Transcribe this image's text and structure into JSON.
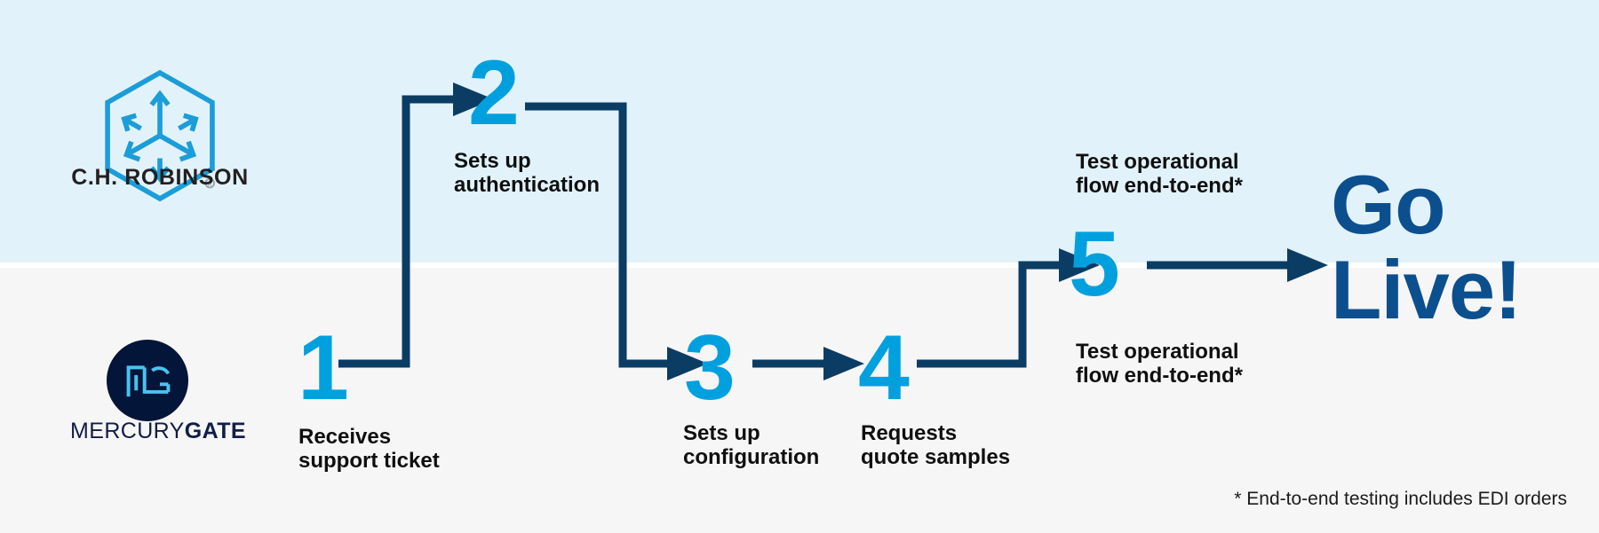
{
  "colors": {
    "band_top": "#e2f2fa",
    "band_bottom": "#f6f6f6",
    "accent_cyan": "#00a0df",
    "arrow_navy": "#0b3c63",
    "golive_blue": "#0c4f8e",
    "mercurygate_navy": "#031538",
    "text_black": "#0f0f0f"
  },
  "logos": {
    "chrobinson": {
      "icon_name": "cube-arrows-hexagon-icon",
      "wordmark": "C.H. ROBINSON"
    },
    "mercurygate": {
      "icon_name": "mg-monogram-icon",
      "wordmark_light": "MERCURY",
      "wordmark_bold": "GATE"
    }
  },
  "steps": [
    {
      "number": "1",
      "caption": "Receives\nsupport ticket"
    },
    {
      "number": "2",
      "caption": "Sets up\nauthentication"
    },
    {
      "number": "3",
      "caption": "Sets up\nconfiguration"
    },
    {
      "number": "4",
      "caption": "Requests\nquote samples"
    },
    {
      "number": "5",
      "caption_top": "Test operational\nflow end-to-end*",
      "caption_bottom": "Test operational\nflow end-to-end*"
    }
  ],
  "outcome": {
    "label": "Go\nLive!"
  },
  "footnote": {
    "text": "* End-to-end testing includes EDI orders"
  }
}
